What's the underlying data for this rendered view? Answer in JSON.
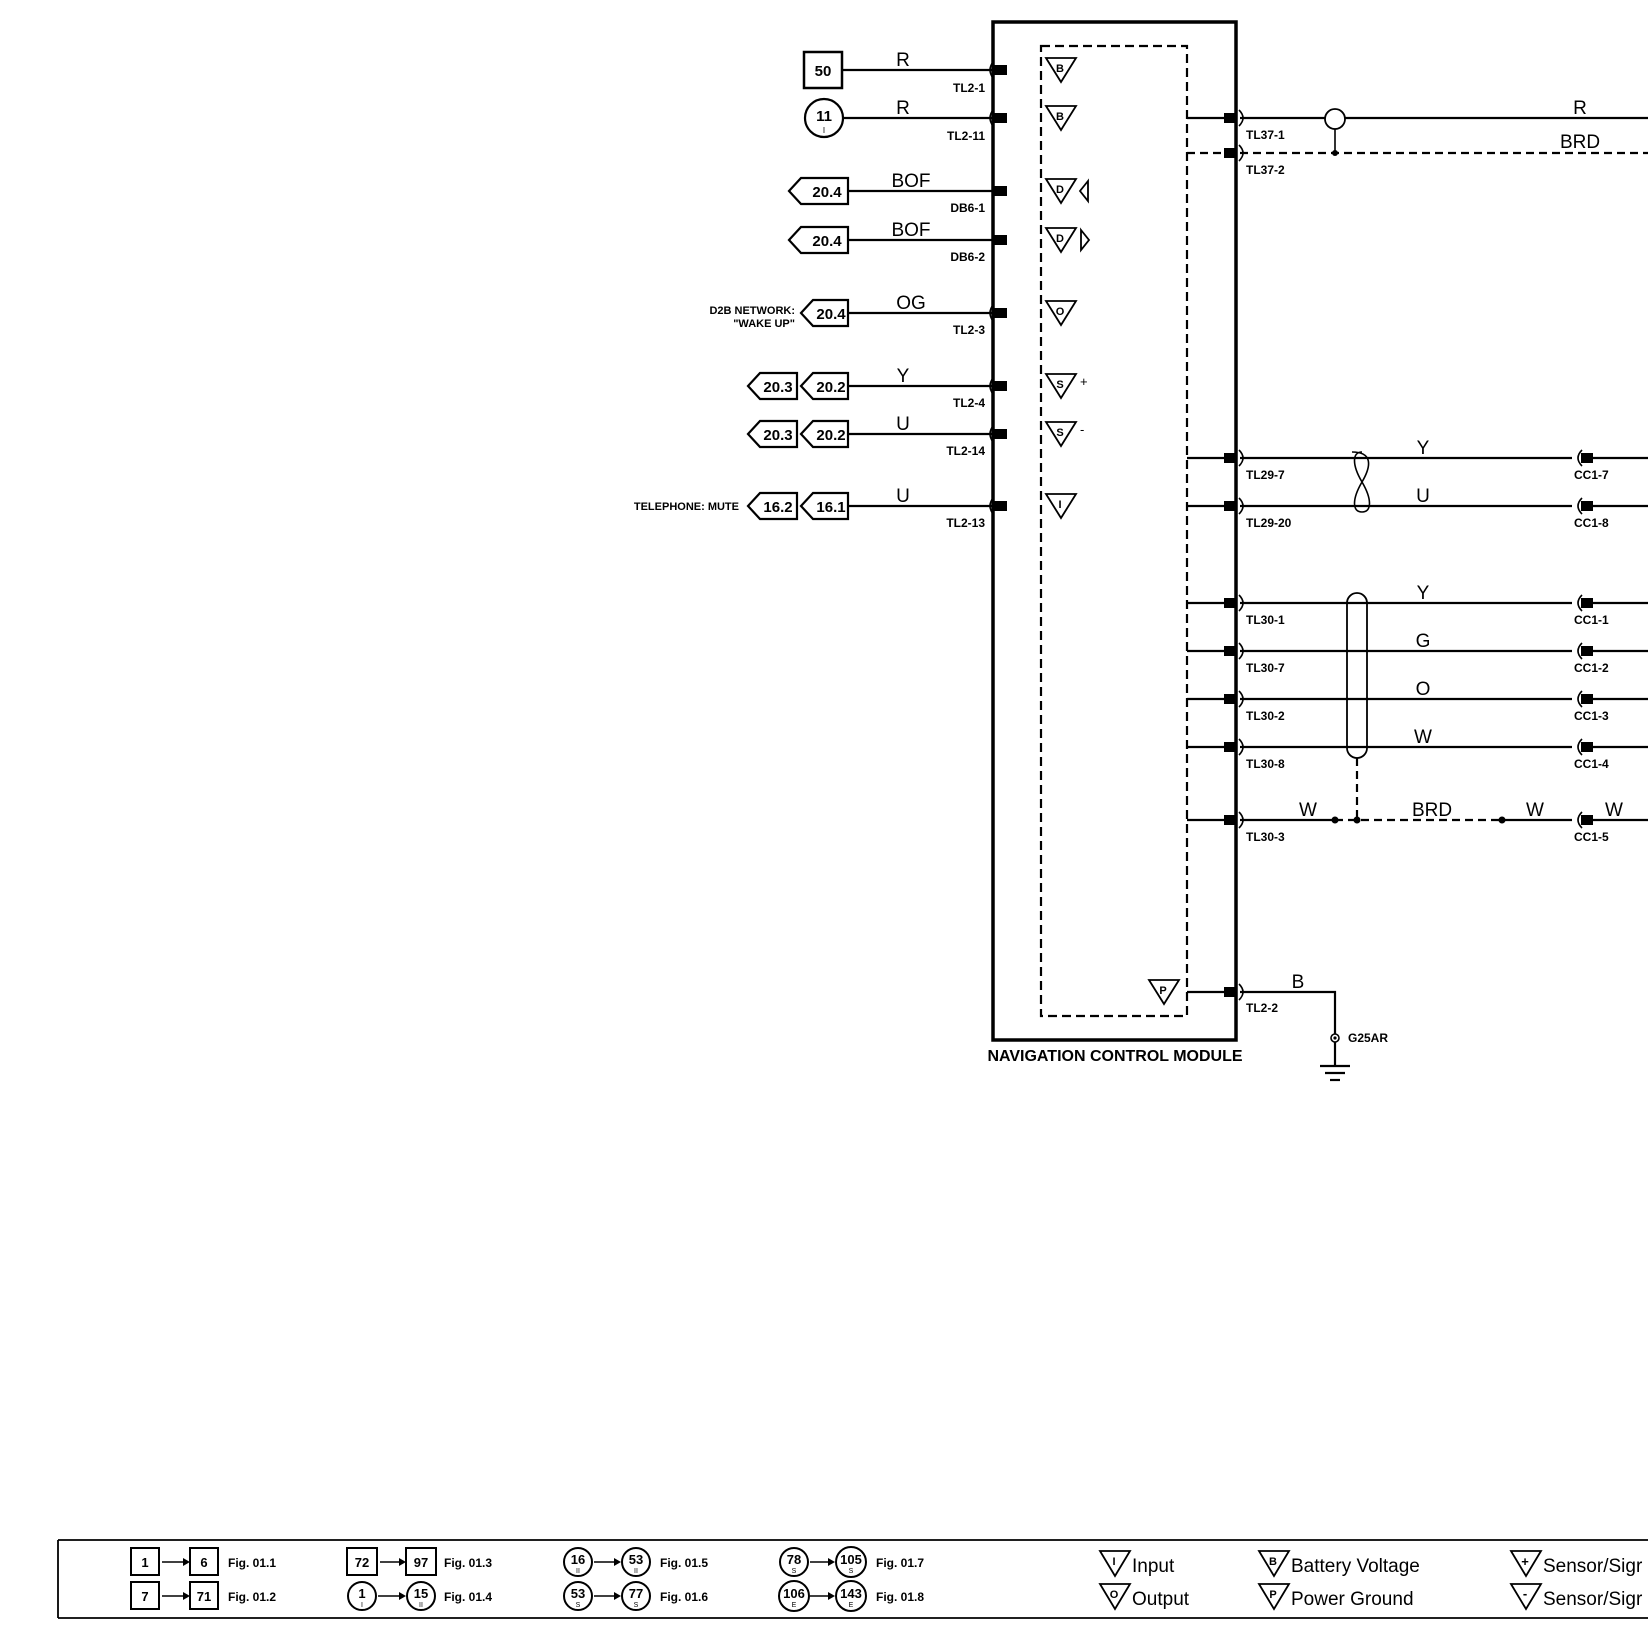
{
  "module": {
    "title": "NAVIGATION CONTROL MODULE"
  },
  "left_circuits": [
    {
      "wire_color": "R",
      "pin": "TL2-1",
      "symbol": "B",
      "refs": [
        "50"
      ],
      "ref_shape": "box"
    },
    {
      "wire_color": "R",
      "pin": "TL2-11",
      "symbol": "B",
      "refs": [
        "11"
      ],
      "ref_shape": "circle",
      "ref_sub": "I"
    },
    {
      "wire_color": "BOF",
      "pin": "DB6-1",
      "symbol": "D",
      "refs": [
        "20.4"
      ],
      "ref_shape": "arrow"
    },
    {
      "wire_color": "BOF",
      "pin": "DB6-2",
      "symbol": "D",
      "refs": [
        "20.4"
      ],
      "ref_shape": "arrow"
    },
    {
      "wire_color": "OG",
      "pin": "TL2-3",
      "symbol": "O",
      "refs": [
        "20.4"
      ],
      "ref_shape": "arrow",
      "side_label": [
        "D2B NETWORK:",
        "\"WAKE UP\""
      ]
    },
    {
      "wire_color": "Y",
      "pin": "TL2-4",
      "symbol": "S",
      "refs": [
        "20.3",
        "20.2"
      ],
      "ref_shape": "arrow",
      "suffix": "+"
    },
    {
      "wire_color": "U",
      "pin": "TL2-14",
      "symbol": "S",
      "refs": [
        "20.3",
        "20.2"
      ],
      "ref_shape": "arrow",
      "suffix": "-"
    },
    {
      "wire_color": "U",
      "pin": "TL2-13",
      "symbol": "I",
      "refs": [
        "16.2",
        "16.1"
      ],
      "ref_shape": "arrow",
      "side_label": [
        "TELEPHONE: MUTE"
      ]
    }
  ],
  "right_circuits": [
    {
      "pin": "TL37-1",
      "wire_color": "R",
      "dest": ""
    },
    {
      "pin": "TL37-2",
      "wire_color": "BRD",
      "dest": ""
    },
    {
      "pin": "TL29-7",
      "wire_color": "Y",
      "dest": "CC1-7"
    },
    {
      "pin": "TL29-20",
      "wire_color": "U",
      "dest": "CC1-8"
    },
    {
      "pin": "TL30-1",
      "wire_color": "Y",
      "dest": "CC1-1"
    },
    {
      "pin": "TL30-7",
      "wire_color": "G",
      "dest": "CC1-2"
    },
    {
      "pin": "TL30-2",
      "wire_color": "O",
      "dest": "CC1-3"
    },
    {
      "pin": "TL30-8",
      "wire_color": "W",
      "dest": "CC1-4"
    },
    {
      "pin": "TL30-3",
      "wire_color": "W",
      "drain": "BRD",
      "wire_color_2": "W",
      "wire_color_3": "W",
      "dest": "CC1-5"
    }
  ],
  "ground": {
    "pin": "TL2-2",
    "wire_color": "B",
    "symbol": "P",
    "ground_point": "G25AR"
  },
  "legend": {
    "ranges": [
      {
        "from": "1",
        "to": "6",
        "fig": "Fig. 01.1",
        "shape": "box"
      },
      {
        "from": "7",
        "to": "71",
        "fig": "Fig. 01.2",
        "shape": "box"
      },
      {
        "from": "72",
        "to": "97",
        "fig": "Fig. 01.3",
        "shape": "box"
      },
      {
        "from": "1",
        "to": "15",
        "fig": "Fig. 01.4",
        "shape": "circle",
        "sub": "I"
      },
      {
        "from": "16",
        "to": "53",
        "fig": "Fig. 01.5",
        "shape": "circle",
        "sub": "II"
      },
      {
        "from": "53",
        "to": "77",
        "fig": "Fig. 01.6",
        "shape": "circle",
        "sub": "S"
      },
      {
        "from": "78",
        "to": "105",
        "fig": "Fig. 01.7",
        "shape": "circle",
        "sub": "S"
      },
      {
        "from": "106",
        "to": "143",
        "fig": "Fig. 01.8",
        "shape": "circle",
        "sub": "E"
      }
    ],
    "symbols": [
      {
        "code": "I",
        "label": "Input"
      },
      {
        "code": "O",
        "label": "Output"
      },
      {
        "code": "B",
        "label": "Battery Voltage"
      },
      {
        "code": "P",
        "label": "Power Ground"
      },
      {
        "code": "+",
        "label": "Sensor/Sigr"
      },
      {
        "code": "-",
        "label": "Sensor/Sigr"
      }
    ]
  }
}
